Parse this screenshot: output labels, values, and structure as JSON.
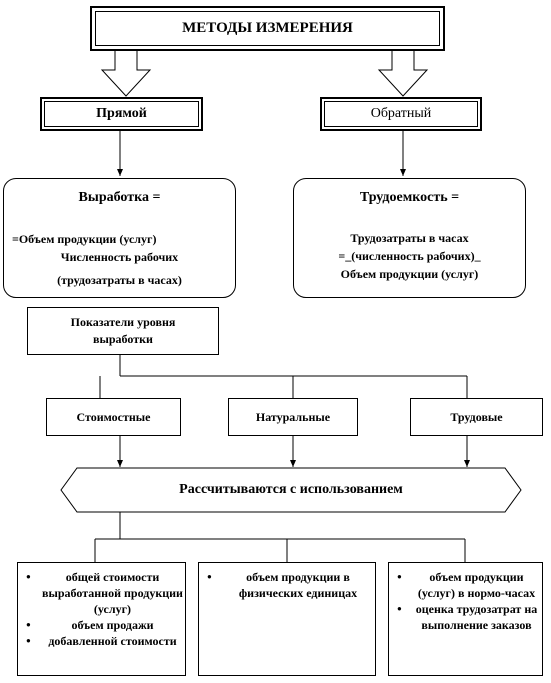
{
  "title": "МЕТОДЫ ИЗМЕРЕНИЯ",
  "method_direct": "Прямой",
  "method_reverse": "Обратный",
  "output": {
    "heading": "Выработка =",
    "numerator": "=Объем продукции (услуг)",
    "denominator_1": "Численность рабочих",
    "denominator_2": "(трудозатраты в часах)"
  },
  "labor": {
    "heading": "Трудоемкость =",
    "line_1": "Трудозатраты в часах",
    "line_2": "=_(численность рабочих)_",
    "line_3": "Объем продукции (услуг)"
  },
  "indicators_line_1": "Показатели уровня",
  "indicators_line_2": "выработки",
  "types": [
    "Стоимостные",
    "Натуральные",
    "Трудовые"
  ],
  "calc": "Рассчитываются с использованием",
  "lists": [
    [
      "общей стоимости выработанной продукции (услуг)",
      "объем продажи",
      "добавленной стоимости"
    ],
    [
      "объем продукции в физических единицах"
    ],
    [
      "объем продукции (услуг) в нормо-часах",
      "оценка трудозатрат на выполнение заказов"
    ]
  ]
}
